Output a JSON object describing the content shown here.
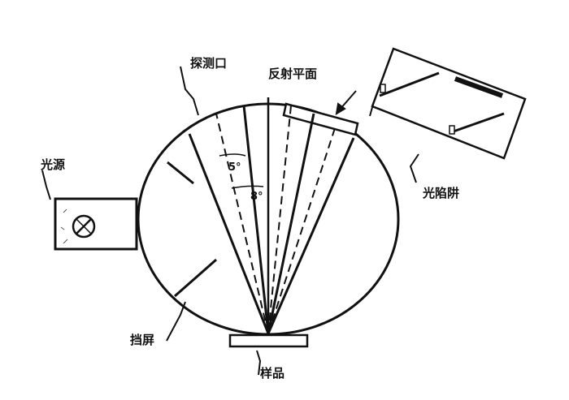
{
  "labels": {
    "detection_port": "探测口",
    "reflect_plane": "反射平面",
    "light_source": "光源",
    "light_trap": "光陷阱",
    "baffle": "挡屏",
    "sample": "样品"
  },
  "angles": {
    "outer": "5°",
    "inner": "8°"
  },
  "colors": {
    "ink": "#111111",
    "background": "#ffffff"
  }
}
